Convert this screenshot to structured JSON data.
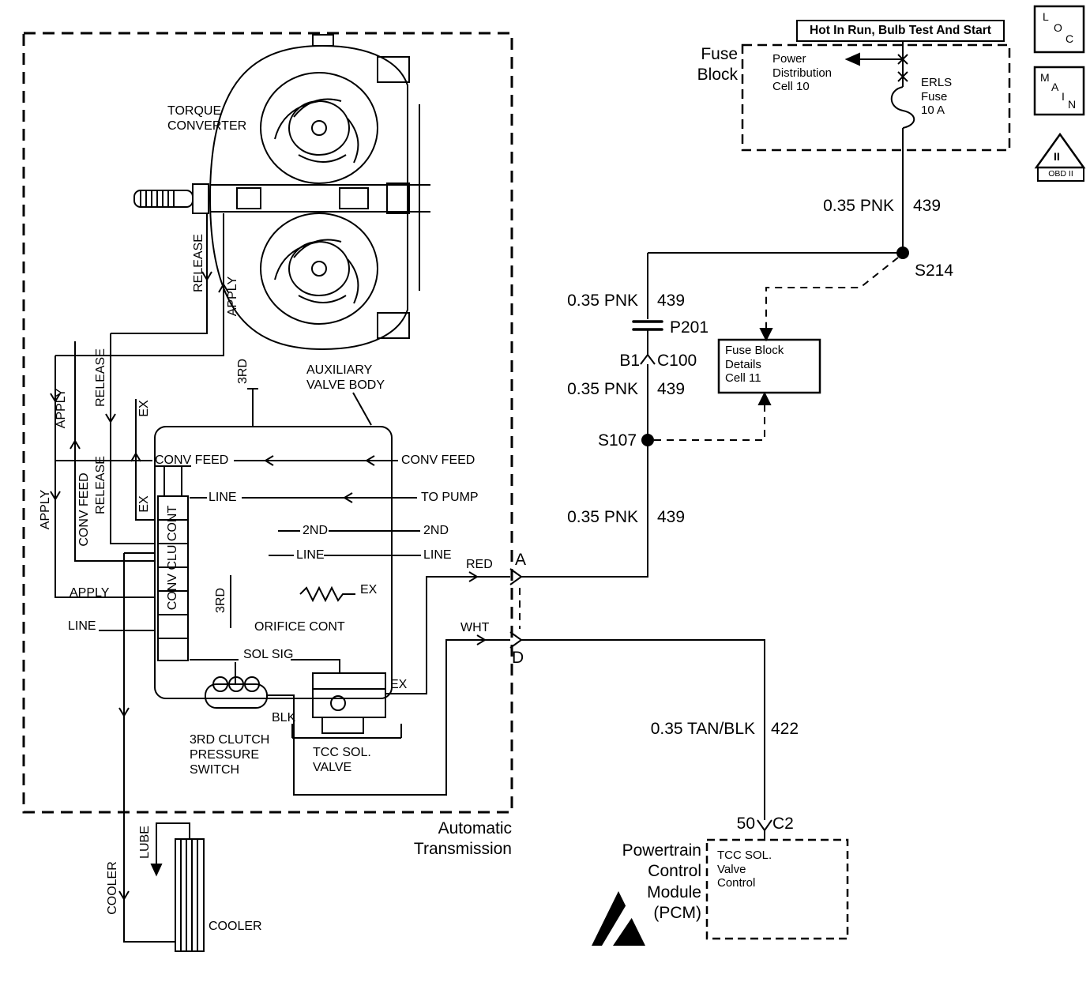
{
  "corner": {
    "loc": [
      "L",
      "O",
      "C"
    ],
    "main": [
      "M",
      "A",
      "I",
      "N"
    ],
    "obd_numeral": "II",
    "obd_label": "OBD II"
  },
  "power": {
    "hot_box": "Hot In Run, Bulb Test And Start",
    "fuse_block_title": "Fuse\nBlock",
    "power_distribution": "Power\nDistribution\nCell 10",
    "erls_fuse": "ERLS\nFuse\n10 A"
  },
  "circuit": {
    "pnk_gauge": "0.35 PNK",
    "pnk_circuit": "439",
    "tan_gauge": "0.35 TAN/BLK",
    "tan_circuit": "422",
    "s214": "S214",
    "p201": "P201",
    "b1": "B1",
    "c100": "C100",
    "s107": "S107",
    "pin_a": "A",
    "pin_d": "D",
    "red": "RED",
    "wht": "WHT",
    "pin_50": "50",
    "c2": "C2",
    "fuse_details": "Fuse Block\nDetails\nCell 11"
  },
  "pcm": {
    "title": "Powertrain\nControl\nModule\n(PCM)",
    "function": "TCC SOL.\nValve\nControl"
  },
  "trans": {
    "box_title": "Automatic\nTransmission",
    "torque_converter": "TORQUE\nCONVERTER",
    "aux_valve_body": "AUXILIARY\nVALVE BODY",
    "release": "RELEASE",
    "apply": "APPLY",
    "ex": "EX",
    "conv_feed": "CONV FEED",
    "line": "LINE",
    "to_pump": "TO PUMP",
    "second": "2ND",
    "third": "3RD",
    "conv_clu_cont": "CONV CLU CONT",
    "orifice_cont": "ORIFICE CONT",
    "sol_sig": "SOL SIG",
    "blk": "BLK",
    "pressure_switch": "3RD CLUTCH\nPRESSURE\nSWITCH",
    "tcc_sol_valve": "TCC SOL.\nVALVE",
    "cooler": "COOLER",
    "lube": "LUBE"
  }
}
